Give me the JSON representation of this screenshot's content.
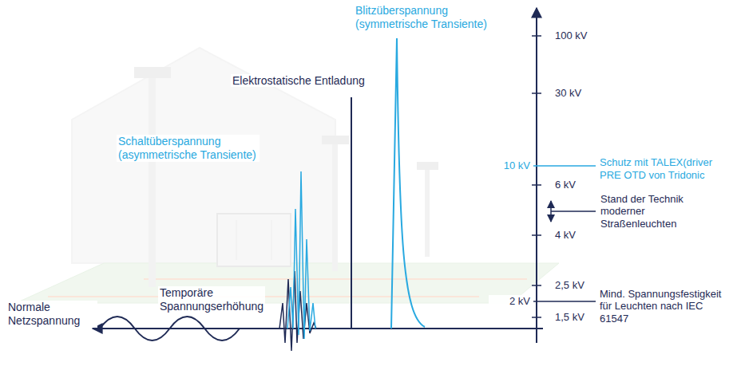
{
  "diagram": {
    "labels": [
      "Blitzüberspannung (symmetrische Transiente)",
      "100 kV",
      "Elektrostatische Entladung",
      "30 kV",
      "10 kV",
      "Schutz mit TALEX(driver PRE OTD von Tridonic",
      "Schaltüberspannung (asymmetrische Transiente)",
      "6 kV",
      "Stand der Technik moderner Straßenleuchten",
      "4 kV",
      "Temporäre Spannungserhöhung",
      "2,5 kV",
      "2 kV",
      "Mind. Spannungsfestigkeit für Leuchten nach IEC 61547",
      "1,5 kV",
      "Normale Netzspannung"
    ]
  }
}
